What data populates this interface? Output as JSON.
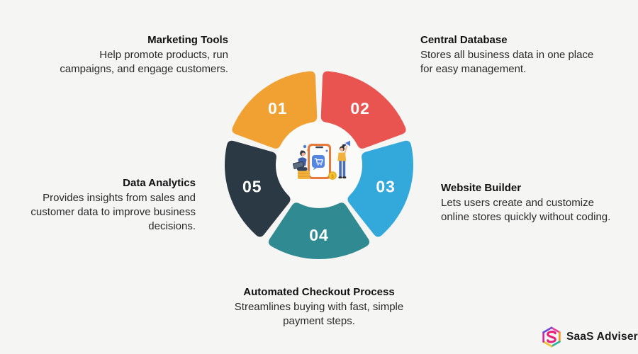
{
  "page": {
    "background_color": "#F5F5F4"
  },
  "segments": [
    {
      "number": "01",
      "color": "#F0A132",
      "title": "Marketing Tools",
      "description": "Help promote products, run\ncampaigns, and engage customers."
    },
    {
      "number": "02",
      "color": "#E95450",
      "title": "Central Database",
      "description": "Stores all business data in one place\nfor easy management."
    },
    {
      "number": "03",
      "color": "#32A8DB",
      "title": "Website Builder",
      "description": "Lets users create and customize\nonline stores quickly without coding."
    },
    {
      "number": "04",
      "color": "#2F8A92",
      "title": "Automated Checkout Process",
      "description": "Streamlines buying with fast, simple\npayment steps."
    },
    {
      "number": "05",
      "color": "#2B3944",
      "title": "Data Analytics",
      "description": "Provides insights from sales and\ncustomer data to improve business\ndecisions."
    }
  ],
  "chart": {
    "number_label_color": "#FFFFFF",
    "hole_color": "#FAFAF8"
  },
  "center_illustration": {
    "icon": "mobile-shopping-illustration"
  },
  "logo": {
    "text": "SaaS Adviser",
    "text_color": "#1B1B1B",
    "icon": "hexagon-s-logo",
    "icon_colors": [
      "#6C4BD3",
      "#E93E9B",
      "#F7941D",
      "#29B59B",
      "#F2C230",
      "#D6249B",
      "#E6207A"
    ]
  },
  "text_colors": {
    "title": "#111111",
    "body": "#2A2A2A"
  }
}
